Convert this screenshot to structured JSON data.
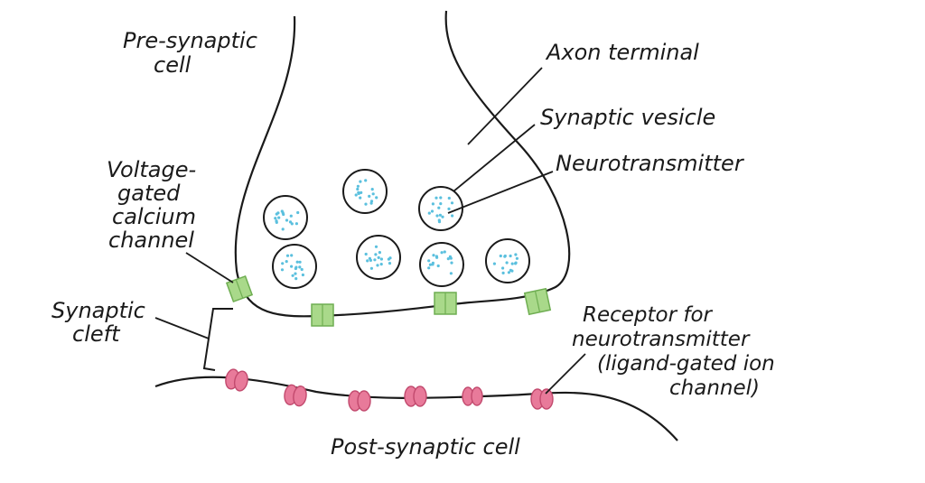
{
  "diagram": {
    "title": "",
    "labels": {
      "pre_synaptic": [
        "Pre-synaptic",
        "cell"
      ],
      "axon_terminal": "Axon terminal",
      "synaptic_vesicle": "Synaptic vesicle",
      "neurotransmitter": "Neurotransmitter",
      "vgcc": [
        "Voltage-",
        "gated",
        "calcium",
        "channel"
      ],
      "synaptic_cleft": [
        "Synaptic",
        "cleft"
      ],
      "receptor": [
        "Receptor for",
        "neurotransmitter",
        "(ligand-gated ion",
        "channel)"
      ],
      "post_synaptic": "Post-synaptic cell"
    },
    "colors": {
      "outline": "#1a1a1a",
      "vesicle_dots": "#5bc0de",
      "calcium_channel": "#a9d98a",
      "calcium_channel_edge": "#6fae52",
      "receptor": "#e87a9a",
      "receptor_edge": "#c24a6e"
    }
  }
}
